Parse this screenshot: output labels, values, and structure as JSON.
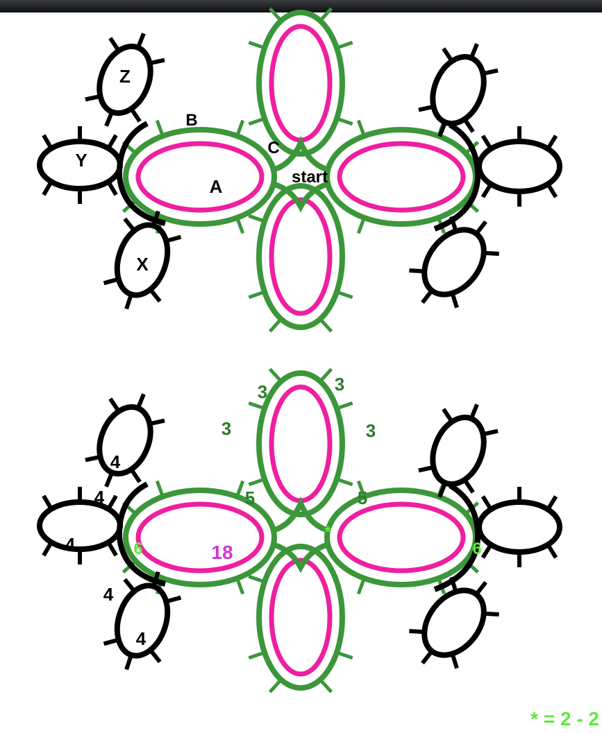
{
  "diagram": {
    "colors": {
      "center_ring": "#ee1fa0",
      "chain": "#3c963a",
      "outer_ring": "#000000",
      "chain_count": "#2d7d2a",
      "note": "#5fea3c",
      "ring_count": "#d432d6"
    },
    "top_labels": {
      "ring_a": "A",
      "chain_b": "B",
      "join_c": "C",
      "start": "start",
      "ring_x": "X",
      "ring_y": "Y",
      "ring_z": "Z"
    },
    "bottom_labels": {
      "ring_z_count": "4",
      "ring_y_count": "4",
      "ring_x_count": "4",
      "chain_upper_count": "4",
      "chain_lower_count": "4",
      "center_ring_count": "18",
      "left_chain_count": "6",
      "right_chain_count": "6",
      "top_chain_count_1": "3",
      "top_chain_count_2": "3",
      "top_chain_count_3": "3",
      "top_chain_count_4": "3",
      "inner_chain_left": "5",
      "inner_chain_right": "5",
      "star_mark": "*"
    },
    "legend_note": "* = 2 - 2"
  }
}
